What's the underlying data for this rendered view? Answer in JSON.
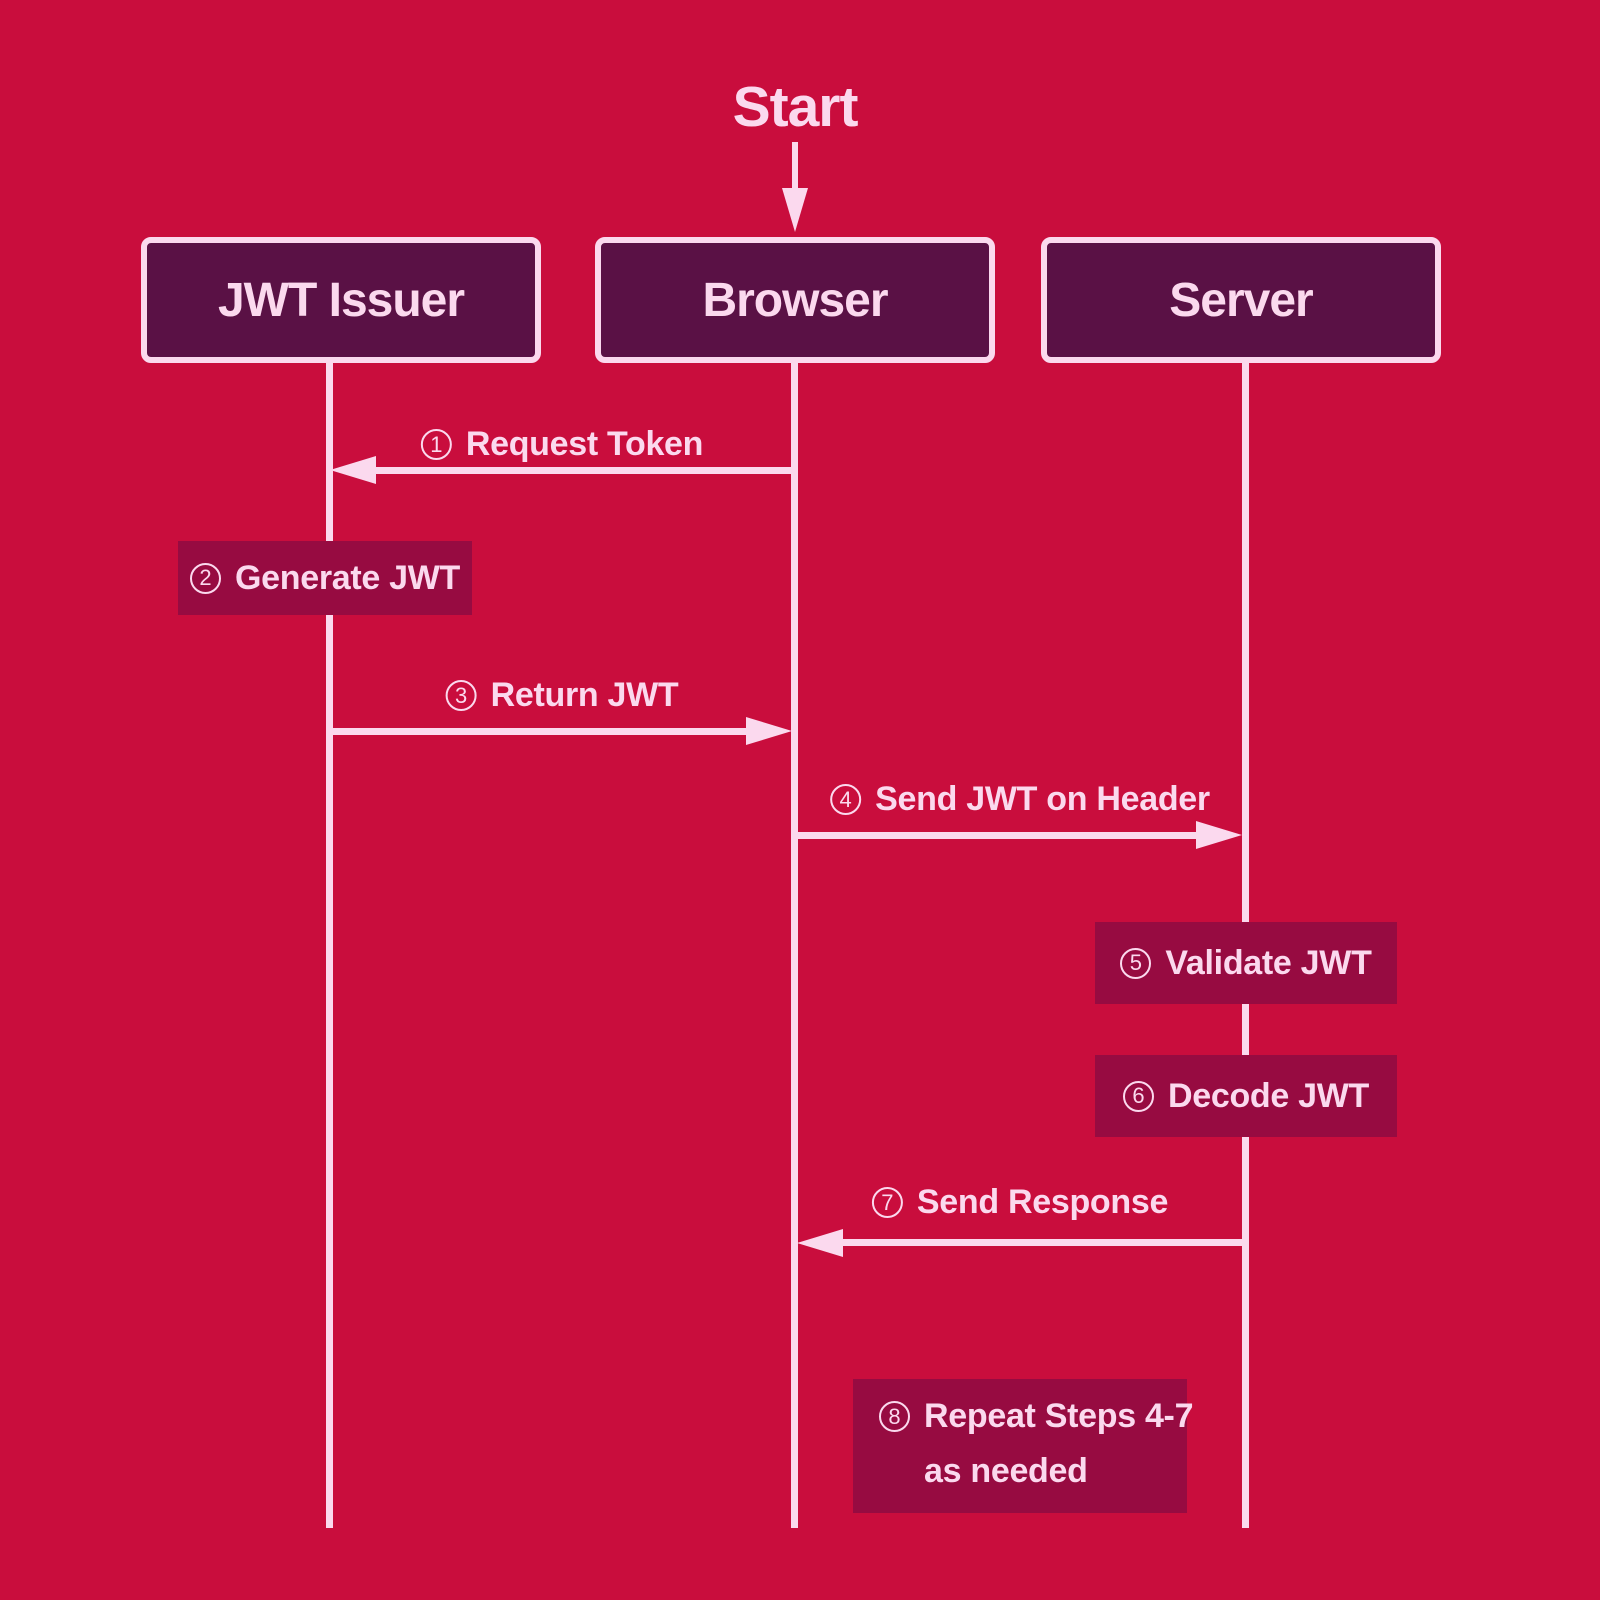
{
  "diagram": {
    "title": "Start",
    "actors": [
      {
        "id": "jwt-issuer",
        "label": "JWT Issuer"
      },
      {
        "id": "browser",
        "label": "Browser"
      },
      {
        "id": "server",
        "label": "Server"
      }
    ],
    "steps": [
      {
        "num": "1",
        "label": "Request Token",
        "kind": "message",
        "from": "Browser",
        "to": "JWT Issuer",
        "direction": "left"
      },
      {
        "num": "2",
        "label": "Generate JWT",
        "kind": "action",
        "actor": "JWT Issuer"
      },
      {
        "num": "3",
        "label": "Return JWT",
        "kind": "message",
        "from": "JWT Issuer",
        "to": "Browser",
        "direction": "right"
      },
      {
        "num": "4",
        "label": "Send JWT on Header",
        "kind": "message",
        "from": "Browser",
        "to": "Server",
        "direction": "right"
      },
      {
        "num": "5",
        "label": "Validate JWT",
        "kind": "action",
        "actor": "Server"
      },
      {
        "num": "6",
        "label": "Decode JWT",
        "kind": "action",
        "actor": "Server"
      },
      {
        "num": "7",
        "label": "Send Response",
        "kind": "message",
        "from": "Server",
        "to": "Browser",
        "direction": "left"
      },
      {
        "num": "8",
        "label": "Repeat Steps 4-7",
        "label_line2": "as needed",
        "kind": "note"
      }
    ],
    "colors": {
      "background": "#C90D3D",
      "actor_fill": "#5A1145",
      "action_fill": "#970B41",
      "accent_pink": "#FBD9EE"
    }
  }
}
